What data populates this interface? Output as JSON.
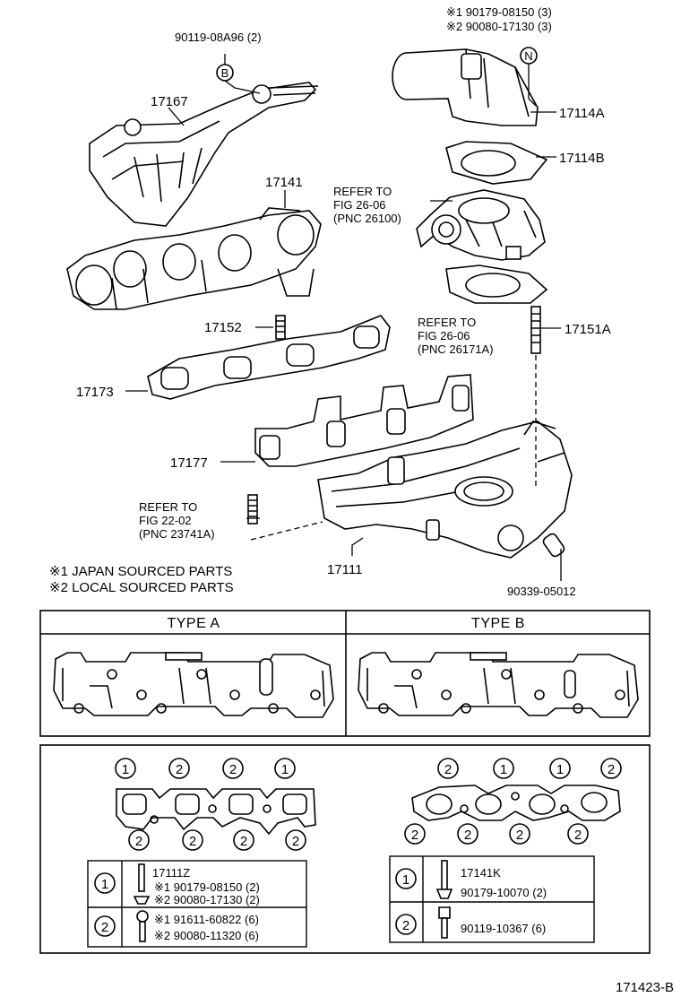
{
  "parts": {
    "p17167": "17167",
    "p90119_08A96": "90119-08A96 (2)",
    "p17141": "17141",
    "p17152": "17152",
    "p17173": "17173",
    "p17177": "17177",
    "p17111": "17111",
    "p90339": "90339-05012",
    "p17114A": "17114A",
    "p17114B": "17114B",
    "p17151A": "17151A",
    "note1_line": "※1  90179-08150 (3)",
    "note2_line": "※2  90080-17130 (3)"
  },
  "callouts": {
    "circle_b": "B",
    "circle_n": "N"
  },
  "refer": {
    "r1": [
      "REFER TO",
      "FIG 26-06",
      "(PNC 26100)"
    ],
    "r2": [
      "REFER TO",
      "FIG 26-06",
      "(PNC 26171A)"
    ],
    "r3": [
      "REFER TO",
      "FIG 22-02",
      "(PNC 23741A)"
    ]
  },
  "legend": {
    "l1": "※1  JAPAN  SOURCED  PARTS",
    "l2": "※2  LOCAL  SOURCED  PARTS"
  },
  "types": {
    "a": "TYPE  A",
    "b": "TYPE  B"
  },
  "gasket_left": {
    "top": [
      "1",
      "2",
      "2",
      "1"
    ],
    "bottom": [
      "2",
      "2",
      "2",
      "2"
    ]
  },
  "gasket_right": {
    "top": [
      "2",
      "1",
      "1",
      "2"
    ],
    "bottom": [
      "2",
      "2",
      "2",
      "2"
    ]
  },
  "table_left": {
    "row1": {
      "key": "1",
      "lines": [
        "17111Z",
        "※1 90179-08150 (2)",
        "※2 90080-17130 (2)"
      ]
    },
    "row2": {
      "key": "2",
      "lines": [
        "※1 91611-60822 (6)",
        "※2 90080-11320 (6)"
      ]
    }
  },
  "table_right": {
    "row1": {
      "key": "1",
      "lines": [
        "17141K",
        "90179-10070 (2)"
      ]
    },
    "row2": {
      "key": "2",
      "lines": [
        "90119-10367 (6)"
      ]
    }
  },
  "figure_id": "171423-B"
}
